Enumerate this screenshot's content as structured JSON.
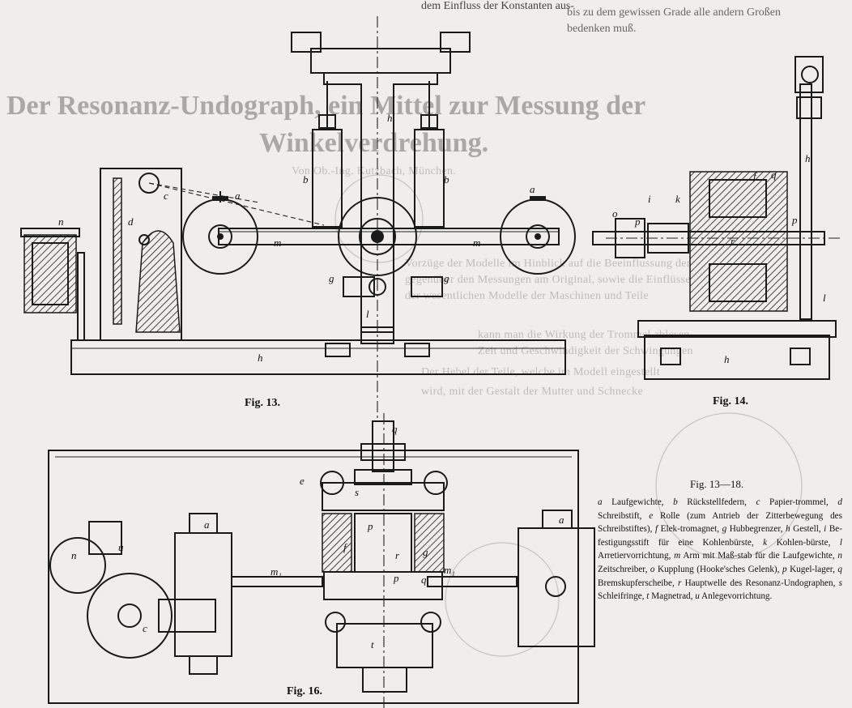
{
  "page": {
    "top_text_lines": [
      "dem Einfluss der Konstanten aus-",
      "bis zu dem gewissen Grade alle andern Großen",
      "bedenken muß."
    ],
    "bleed_heading_line1": "Der Resonanz-Undograph, ein Mittel zur Messung der",
    "bleed_heading_line2": "Winkelverdrehung.",
    "bleed_byline": "Von Ob.-Ing. Kutzbach, München.",
    "bleed_body_lines": [
      "Vorzüge der Modelle im Hinblick auf die Beeinflussung der Rechnung",
      "gegenüber den Messungen am Original, sowie die Einflüsse",
      "der wesentlichen Modelle der Maschinen und Teile",
      "kann man die Wirkung der Trommel ablesen",
      "Zeit und Geschwindigkeit der Schwingungen",
      "Der Hebel der Teile, welche im Modell eingestellt",
      "wird, mit der Gestalt der Mutter und Schnecke"
    ]
  },
  "figures": [
    {
      "id": "fig13",
      "label": "Fig. 13."
    },
    {
      "id": "fig14",
      "label": "Fig. 14."
    },
    {
      "id": "fig16",
      "label": "Fig. 16."
    }
  ],
  "part_letters": {
    "a": "a",
    "b": "b",
    "c": "c",
    "d": "d",
    "e": "e",
    "f": "f",
    "g": "g",
    "h": "h",
    "i": "i",
    "k": "k",
    "l": "l",
    "m": "m",
    "m1": "m₁",
    "n": "n",
    "o": "o",
    "p": "p",
    "q": "q",
    "r": "r",
    "s": "s",
    "t": "t",
    "u": "u"
  },
  "legend": {
    "title": "Fig. 13—18.",
    "entries": [
      {
        "letter": "a",
        "text": "Laufgewichte,"
      },
      {
        "letter": "b",
        "text": "Rückstellfedern,"
      },
      {
        "letter": "c",
        "text": "Papier-trommel,"
      },
      {
        "letter": "d",
        "text": "Schreibstift,"
      },
      {
        "letter": "e",
        "text": "Rolle (zum Antrieb der Zitterbewegung des Schreibstiftes),"
      },
      {
        "letter": "f",
        "text": "Elek-tromagnet,"
      },
      {
        "letter": "g",
        "text": "Hubbegrenzer,"
      },
      {
        "letter": "h",
        "text": "Gestell,"
      },
      {
        "letter": "i",
        "text": "Be-festigungsstift für eine Kohlenbürste,"
      },
      {
        "letter": "k",
        "text": "Kohlen-bürste,"
      },
      {
        "letter": "l",
        "text": "Arretiervorrichtung,"
      },
      {
        "letter": "m",
        "text": "Arm mit Maß-stab für die Laufgewichte,"
      },
      {
        "letter": "n",
        "text": "Zeitschreiber,"
      },
      {
        "letter": "o",
        "text": "Kupplung (Hooke'sches Gelenk),"
      },
      {
        "letter": "p",
        "text": "Kugel-lager,"
      },
      {
        "letter": "q",
        "text": "Bremskupferscheibe,"
      },
      {
        "letter": "r",
        "text": "Hauptwelle des Resonanz-Undographen,"
      },
      {
        "letter": "s",
        "text": "Schleifringe,"
      },
      {
        "letter": "t",
        "text": "Magnetrad,"
      },
      {
        "letter": "u",
        "text": "Anlegevorrichtung."
      }
    ]
  },
  "colors": {
    "paper": "#efeeec",
    "ink": "#1a1a1a",
    "bleed_through": "#b9b8b5"
  }
}
